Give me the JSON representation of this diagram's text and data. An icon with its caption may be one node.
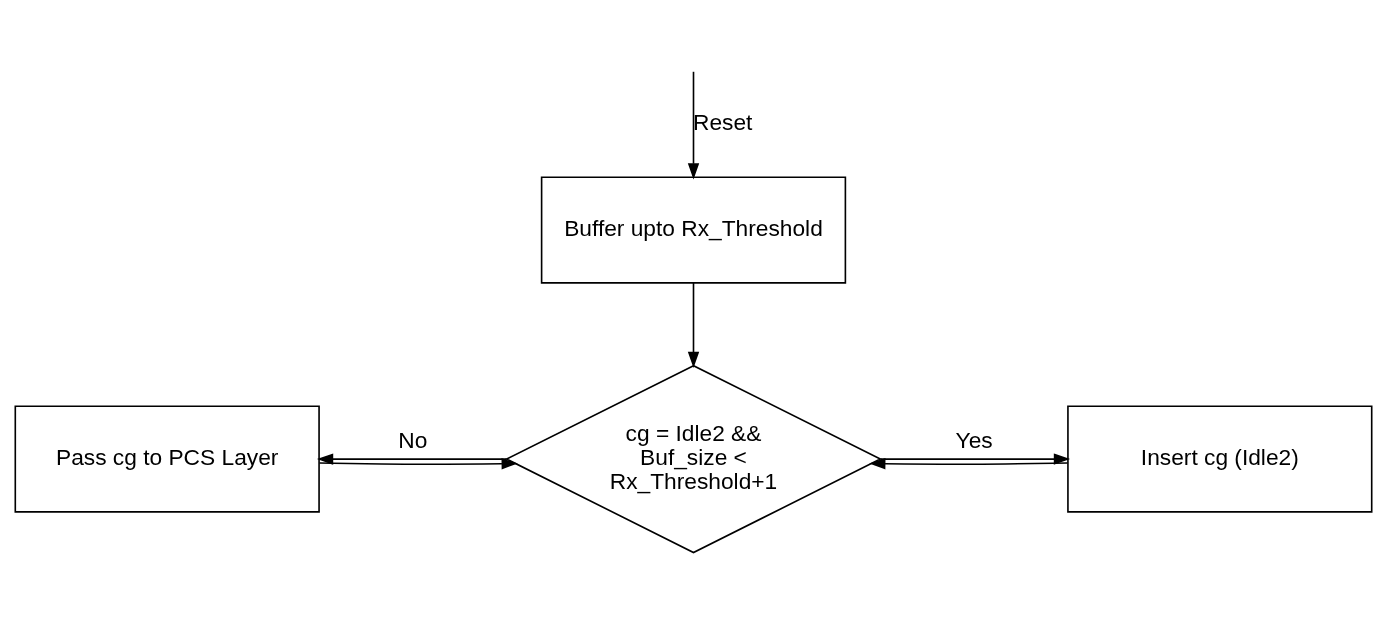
{
  "diagram": {
    "nodes": [
      {
        "text": [
          "Buffer upto Rx_Threshold"
        ]
      },
      {
        "text": [
          "cg = Idle2 && Buf_size < Rx_Threshold+1"
        ]
      },
      {
        "text": [
          "Pass cg to PCS Layer"
        ]
      },
      {
        "text": [
          "Insert cg (Idle2)"
        ]
      }
    ],
    "edges": [
      {
        "from": null,
        "to": 0,
        "arrow": "to",
        "label": "Reset"
      },
      {
        "from": 0,
        "to": 1,
        "arrow": "to"
      },
      {
        "from": 1,
        "to": 2,
        "arrow": "to",
        "label": "No"
      },
      {
        "from": 1,
        "to": 3,
        "arrow": "to",
        "label": "Yes"
      },
      {
        "from": 2,
        "to": 1,
        "arrow": "to"
      },
      {
        "from": 3,
        "to": 1,
        "arrow": "to"
      }
    ]
  }
}
